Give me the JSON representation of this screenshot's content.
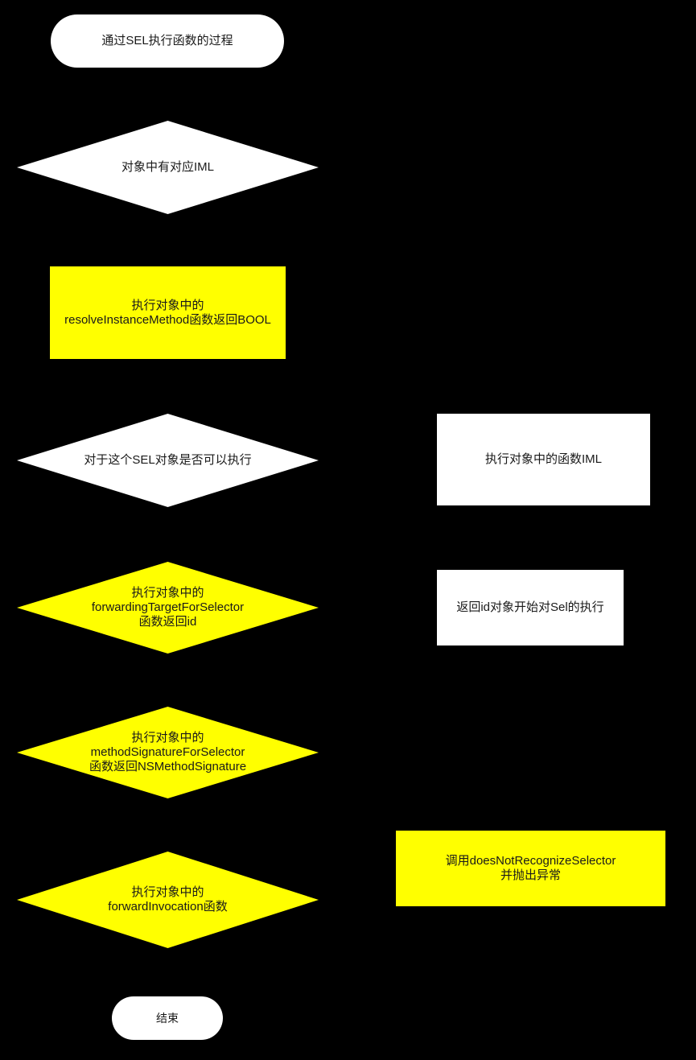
{
  "diagram": {
    "type": "flowchart",
    "title": "通过SEL执行函数的过程",
    "background_color": "#000000",
    "node_fill_default": "#ffffff",
    "node_fill_accent": "#ffff00",
    "text_color": "#1a1a1a"
  },
  "nodes": {
    "start": {
      "label": "通过SEL执行函数的过程",
      "shape": "terminator",
      "fill": "#ffffff"
    },
    "has_iml": {
      "label": "对象中有对应IML",
      "shape": "decision",
      "fill": "#ffffff"
    },
    "resolve_instance_method": {
      "label": "执行对象中的\nresolveInstanceMethod函数返回BOOL",
      "shape": "process",
      "fill": "#ffff00"
    },
    "can_execute_sel": {
      "label": "对于这个SEL对象是否可以执行",
      "shape": "decision",
      "fill": "#ffffff"
    },
    "exec_iml": {
      "label": "执行对象中的函数IML",
      "shape": "process",
      "fill": "#ffffff"
    },
    "forwarding_target": {
      "label": "执行对象中的\nforwardingTargetForSelector\n函数返回id",
      "shape": "decision",
      "fill": "#ffff00"
    },
    "return_id_exec": {
      "label": "返回id对象开始对Sel的执行",
      "shape": "process",
      "fill": "#ffffff"
    },
    "method_signature": {
      "label": "执行对象中的\nmethodSignatureForSelector\n函数返回NSMethodSignature",
      "shape": "decision",
      "fill": "#ffff00"
    },
    "forward_invocation": {
      "label": "执行对象中的\nforwardInvocation函数",
      "shape": "decision",
      "fill": "#ffff00"
    },
    "does_not_recognize": {
      "label": "调用doesNotRecognizeSelector\n并抛出异常",
      "shape": "process",
      "fill": "#ffff00"
    },
    "end": {
      "label": "结束",
      "shape": "terminator",
      "fill": "#ffffff"
    }
  }
}
